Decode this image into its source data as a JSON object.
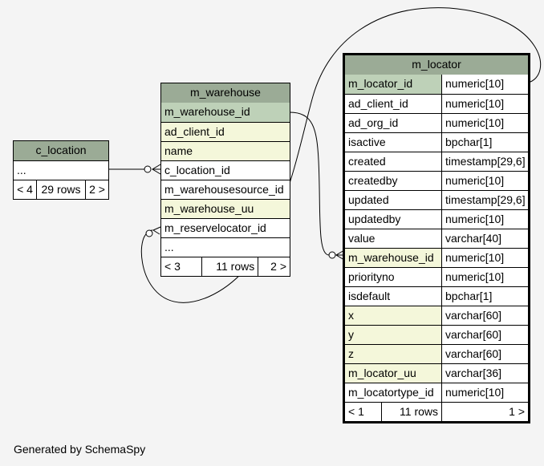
{
  "footer": "Generated by SchemaSpy",
  "c_location": {
    "name": "c_location",
    "ellipsis": "...",
    "nav": {
      "prev": "< 4",
      "rows": "29 rows",
      "next": "2 >"
    }
  },
  "m_warehouse": {
    "name": "m_warehouse",
    "columns": [
      {
        "name": "m_warehouse_id",
        "kind": "pk"
      },
      {
        "name": "ad_client_id",
        "kind": "idx"
      },
      {
        "name": "name",
        "kind": "idx"
      },
      {
        "name": "c_location_id",
        "kind": "plain"
      },
      {
        "name": "m_warehousesource_id",
        "kind": "plain"
      },
      {
        "name": "m_warehouse_uu",
        "kind": "idx"
      },
      {
        "name": "m_reservelocator_id",
        "kind": "plain"
      }
    ],
    "ellipsis": "...",
    "nav": {
      "prev": "< 3",
      "rows": "11 rows",
      "next": "2 >"
    }
  },
  "m_locator": {
    "name": "m_locator",
    "columns": [
      {
        "name": "m_locator_id",
        "type": "numeric[10]",
        "kind": "pk"
      },
      {
        "name": "ad_client_id",
        "type": "numeric[10]",
        "kind": "plain"
      },
      {
        "name": "ad_org_id",
        "type": "numeric[10]",
        "kind": "plain"
      },
      {
        "name": "isactive",
        "type": "bpchar[1]",
        "kind": "plain"
      },
      {
        "name": "created",
        "type": "timestamp[29,6]",
        "kind": "plain"
      },
      {
        "name": "createdby",
        "type": "numeric[10]",
        "kind": "plain"
      },
      {
        "name": "updated",
        "type": "timestamp[29,6]",
        "kind": "plain"
      },
      {
        "name": "updatedby",
        "type": "numeric[10]",
        "kind": "plain"
      },
      {
        "name": "value",
        "type": "varchar[40]",
        "kind": "plain"
      },
      {
        "name": "m_warehouse_id",
        "type": "numeric[10]",
        "kind": "idx"
      },
      {
        "name": "priorityno",
        "type": "numeric[10]",
        "kind": "plain"
      },
      {
        "name": "isdefault",
        "type": "bpchar[1]",
        "kind": "plain"
      },
      {
        "name": "x",
        "type": "varchar[60]",
        "kind": "idx"
      },
      {
        "name": "y",
        "type": "varchar[60]",
        "kind": "idx"
      },
      {
        "name": "z",
        "type": "varchar[60]",
        "kind": "idx"
      },
      {
        "name": "m_locator_uu",
        "type": "varchar[36]",
        "kind": "idx"
      },
      {
        "name": "m_locatortype_id",
        "type": "numeric[10]",
        "kind": "plain"
      }
    ],
    "nav": {
      "prev": "< 1",
      "rows": "11 rows",
      "next": "1 >"
    }
  },
  "colors": {
    "header": "#9bab96",
    "primary_key": "#bed1b8",
    "indexed": "#f4f7da",
    "background": "#f4f4f4"
  }
}
